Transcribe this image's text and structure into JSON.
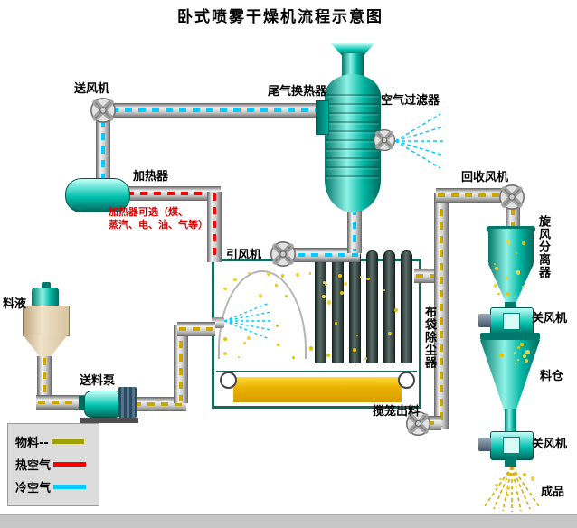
{
  "title": "卧式喷雾干燥机流程示意图",
  "labels": {
    "supply_fan": "送风机",
    "exhaust_heat_exchanger": "尾气换热器",
    "air_filter": "空气过滤器",
    "heater": "加热器",
    "heater_note": [
      "加热器可选（煤、",
      "蒸汽、电、油、气等）"
    ],
    "induced_fan": "引风机",
    "recovery_fan": "回收风机",
    "cyclone_separator": "旋风分离器",
    "rotary_valve_upper": "关风机",
    "rotary_valve_lower": "关风机",
    "silo": "料仓",
    "finished_product": "成品",
    "bag_filter": "布袋除尘器",
    "auger_discharge": "搅笼出料",
    "feed_liquid": "料液",
    "feed_pump": "送料泵"
  },
  "legend": {
    "material_label": "物料--",
    "hot_air_label": "热空气",
    "cold_air_label": "冷空气",
    "material_bar_color": "#a0a000",
    "hot_air_bar_color": "#ff0000",
    "cold_air_bar_color": "#00ccff"
  },
  "colors": {
    "hot_air_dash": "#ff0000",
    "cold_air_dash": "#00ccff",
    "material_dash": "#c8a800",
    "equipment_teal": "#00b4a2",
    "powder_yellow": "#e8c400"
  }
}
